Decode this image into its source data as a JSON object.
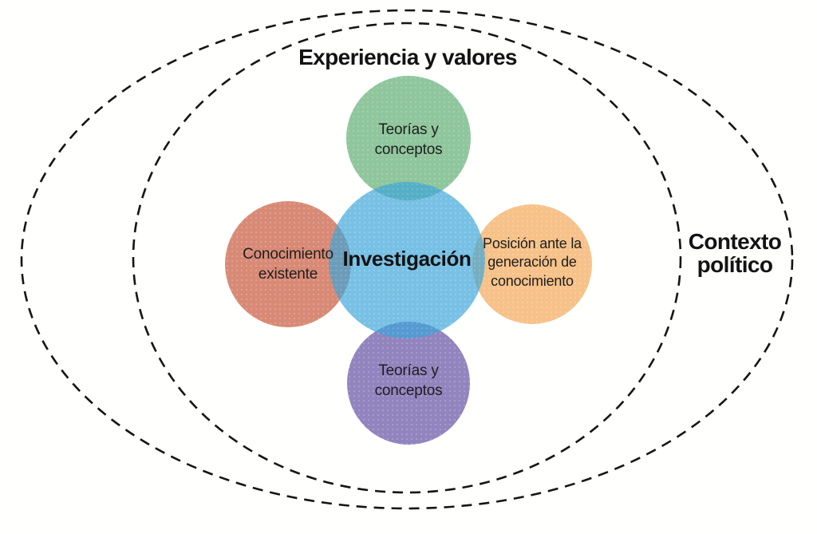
{
  "diagram": {
    "title": "Investigación context diagram",
    "outer_ellipse": {
      "label": "Contexto\npolítico",
      "stroke_style": "dashed",
      "stroke_color": "#151515"
    },
    "inner_ellipse": {
      "label": "Experiencia y valores",
      "stroke_style": "dashed",
      "stroke_color": "#151515"
    },
    "center_circle": {
      "label": "Investigación",
      "color": "#39a5da"
    },
    "satellite_circles": [
      {
        "position": "top",
        "label": "Teorías y\nconceptos",
        "color": "#8fc69c"
      },
      {
        "position": "left",
        "label": "Conocimiento\nexistente",
        "color": "#d88a76"
      },
      {
        "position": "right",
        "label": "Posición ante la\ngeneración de\nconocimiento",
        "color": "#f6c289"
      },
      {
        "position": "bottom",
        "label": "Teorías y\nconceptos",
        "color": "#9284be"
      }
    ],
    "text_color": "#1e1e1e",
    "background_color": "#ffffff"
  }
}
